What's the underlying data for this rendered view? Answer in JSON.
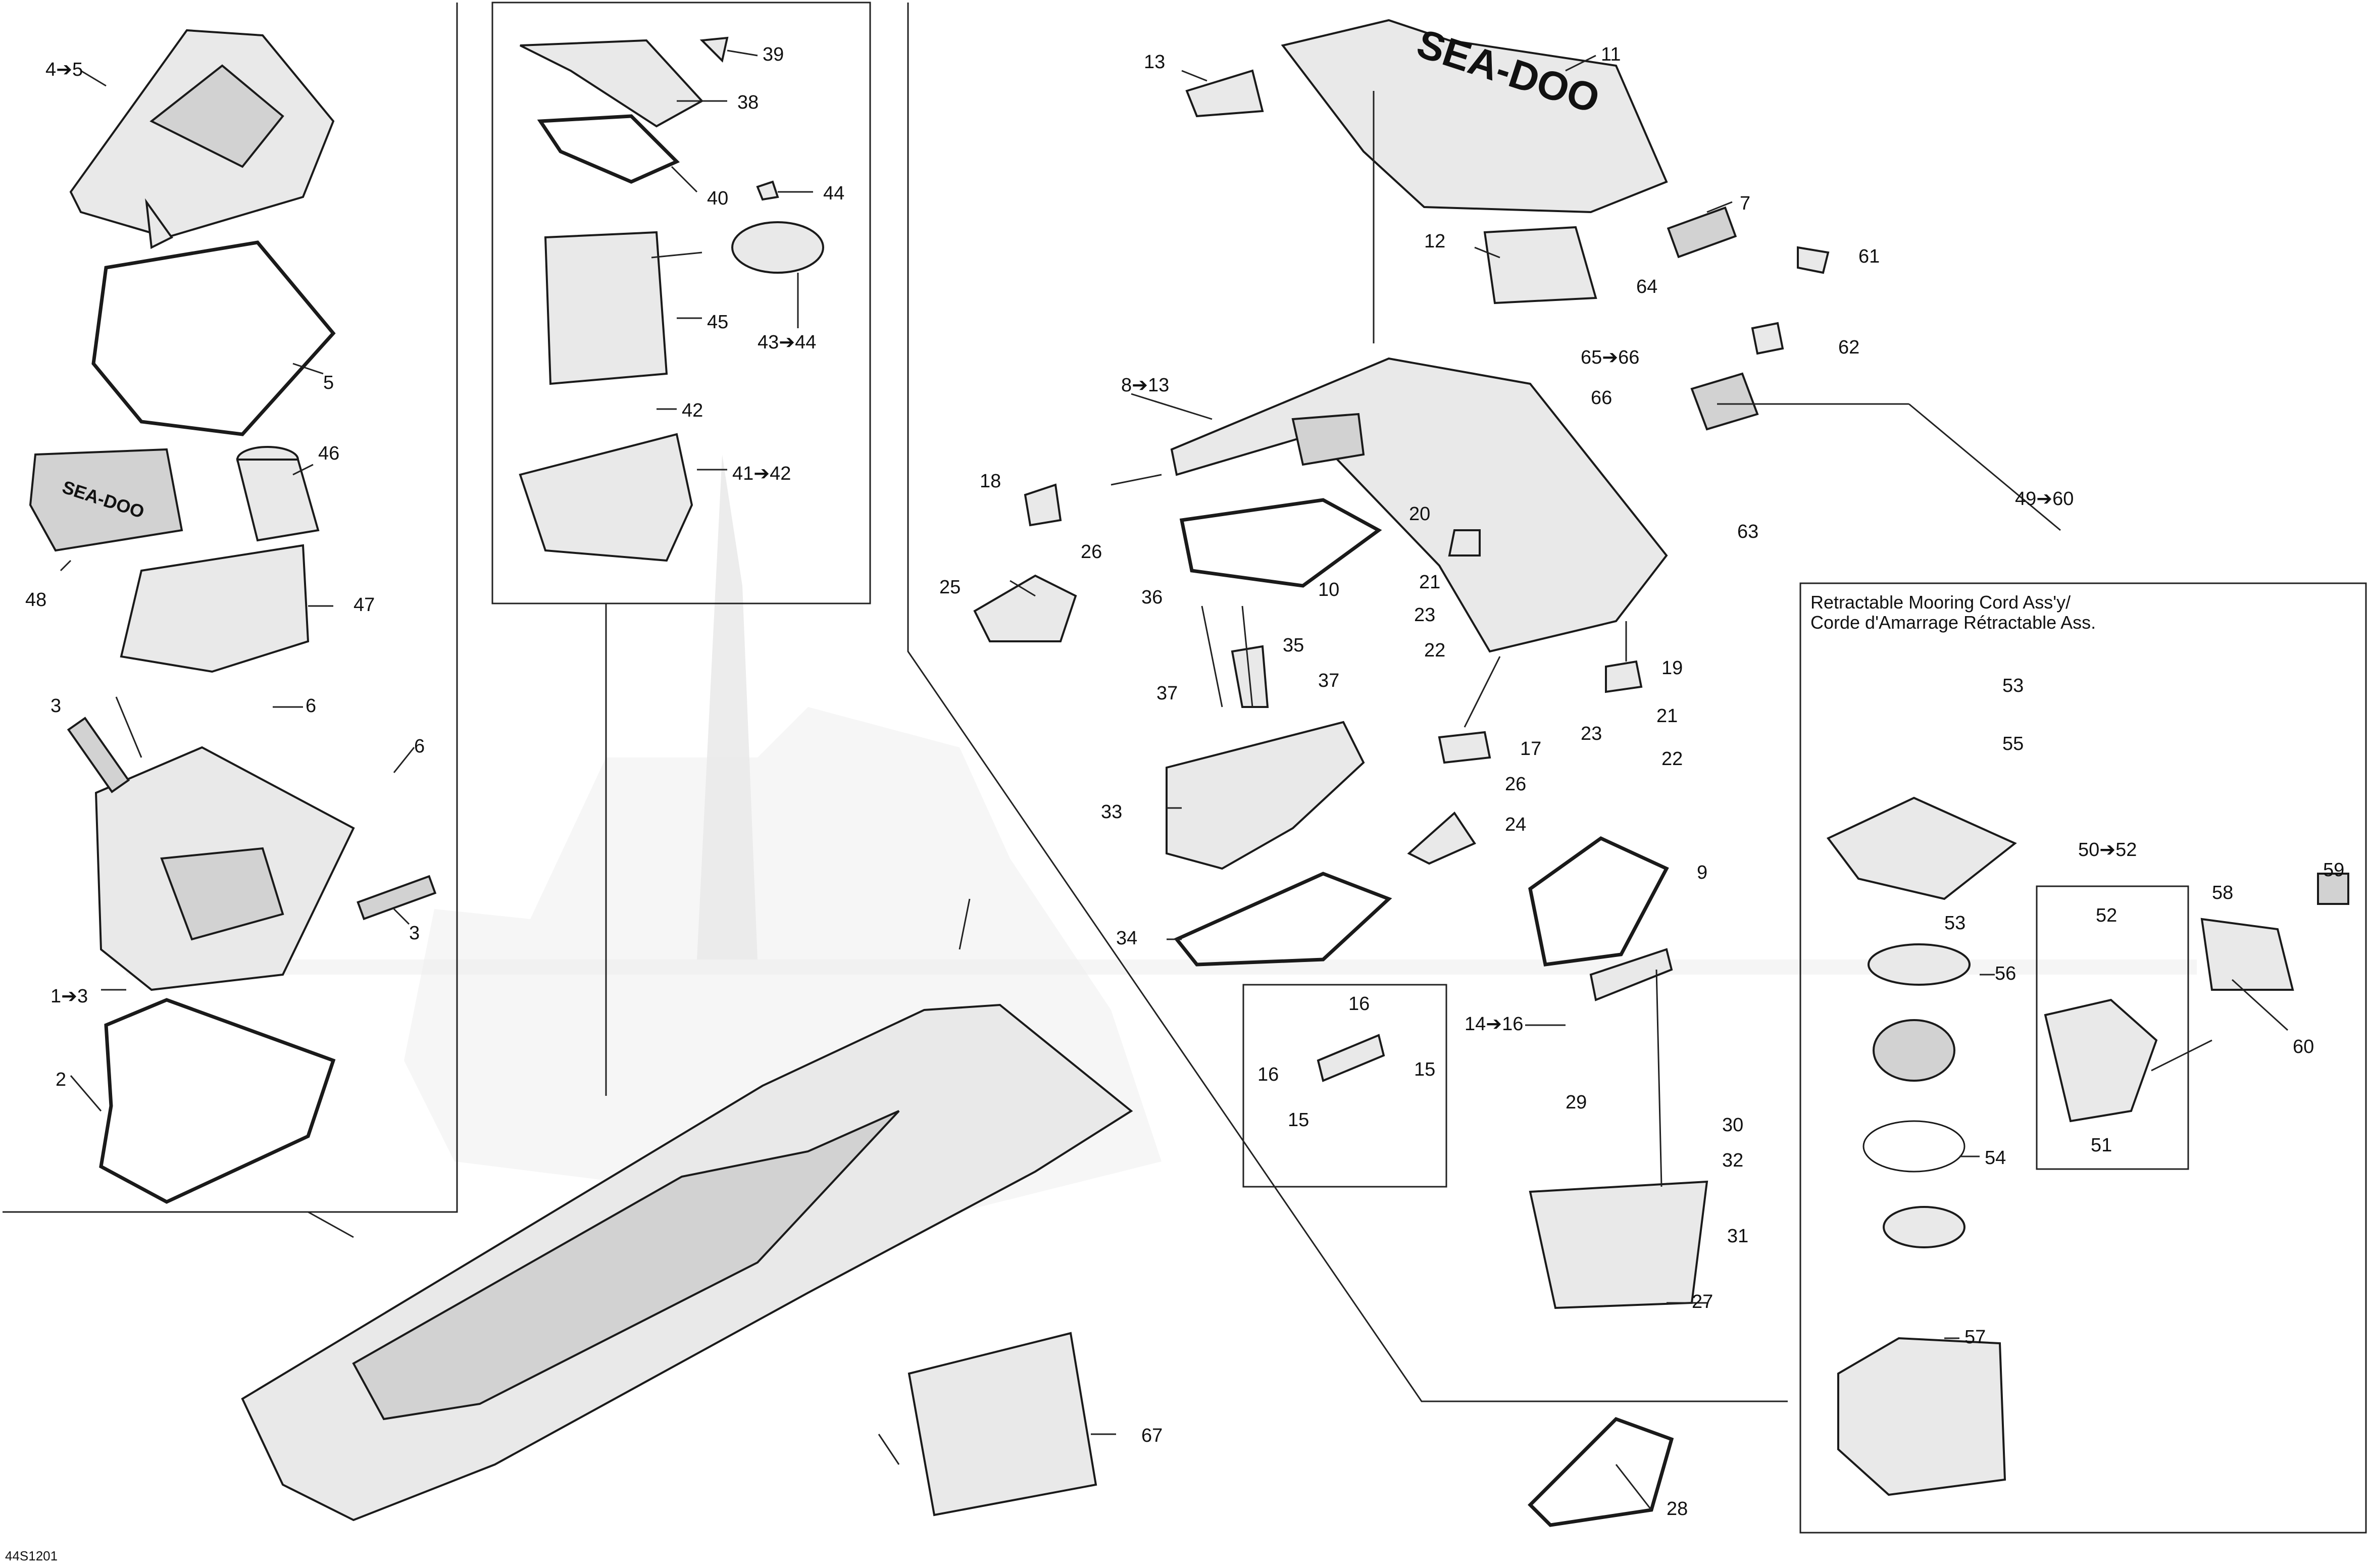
{
  "diagram": {
    "code": "44S1201",
    "inset_title_line1": "Retractable Mooring Cord Ass'y/",
    "inset_title_line2": "Corde d'Amarrage Rétractable Ass.",
    "decal_text": "SEA-DOO",
    "labels": {
      "p1_3": "1➔3",
      "p2": "2",
      "p3a": "3",
      "p3b": "3",
      "p4_5": "4➔5",
      "p5": "5",
      "p6a": "6",
      "p6b": "6",
      "p7": "7",
      "p8_13": "8➔13",
      "p9": "9",
      "p10": "10",
      "p11": "11",
      "p12": "12",
      "p13": "13",
      "p14_16": "14➔16",
      "p15a": "15",
      "p15b": "15",
      "p16a": "16",
      "p16b": "16",
      "p17": "17",
      "p18": "18",
      "p19": "19",
      "p20": "20",
      "p21a": "21",
      "p21b": "21",
      "p22a": "22",
      "p22b": "22",
      "p23a": "23",
      "p23b": "23",
      "p24": "24",
      "p25": "25",
      "p26a": "26",
      "p26b": "26",
      "p27": "27",
      "p28": "28",
      "p29": "29",
      "p30": "30",
      "p31": "31",
      "p32": "32",
      "p33": "33",
      "p34": "34",
      "p35": "35",
      "p36": "36",
      "p37a": "37",
      "p37b": "37",
      "p38": "38",
      "p39": "39",
      "p40": "40",
      "p41_42": "41➔42",
      "p42": "42",
      "p43_44": "43➔44",
      "p44": "44",
      "p45": "45",
      "p46": "46",
      "p47": "47",
      "p48": "48",
      "p49_60": "49➔60",
      "p50_52": "50➔52",
      "p51": "51",
      "p52": "52",
      "p53a": "53",
      "p53b": "53",
      "p54": "54",
      "p55": "55",
      "p56": "56",
      "p57": "57",
      "p58": "58",
      "p59": "59",
      "p60": "60",
      "p61": "61",
      "p62": "62",
      "p63": "63",
      "p64": "64",
      "p65_66": "65➔66",
      "p66": "66",
      "p67": "67"
    }
  }
}
